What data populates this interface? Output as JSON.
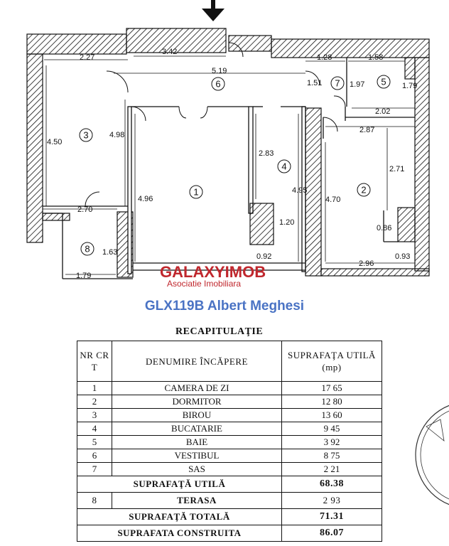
{
  "watermark": {
    "brand": "GALAXYIMOB",
    "subtitle": "Asociatie Imobiliara"
  },
  "listing_id": "GLX119B Albert Meghesi",
  "plan": {
    "rooms": [
      "1",
      "2",
      "3",
      "4",
      "5",
      "6",
      "7",
      "8"
    ],
    "dimensions": {
      "d227": "2.27",
      "d342": "3.42",
      "d519": "5.19",
      "d128": "1.28",
      "d158": "1.58",
      "d151": "1.51",
      "d197": "1.97",
      "d179a": "1.79",
      "d202": "2.02",
      "d287": "2.87",
      "d450": "4.50",
      "d498": "4.98",
      "d283": "2.83",
      "d271": "2.71",
      "d496": "4.96",
      "d495": "4.95",
      "d470": "4.70",
      "d270": "2.70",
      "d120": "1.20",
      "d086": "0.86",
      "d163": "1.63",
      "d092": "0.92",
      "d093": "0.93",
      "d179b": "1.79",
      "d296": "2.96"
    }
  },
  "table": {
    "title": "RECAPITULAŢIE",
    "headers": {
      "nr": "NR CR T",
      "name": "DENUMIRE ÎNCĂPERE",
      "area": "SUPRAFAŢA UTILĂ (mp)"
    },
    "rows": [
      {
        "nr": "1",
        "name": "CAMERA DE ZI",
        "area": "17 65"
      },
      {
        "nr": "2",
        "name": "DORMITOR",
        "area": "12 80"
      },
      {
        "nr": "3",
        "name": "BIROU",
        "area": "13 60"
      },
      {
        "nr": "4",
        "name": "BUCATARIE",
        "area": "9 45"
      },
      {
        "nr": "5",
        "name": "BAIE",
        "area": "3 92"
      },
      {
        "nr": "6",
        "name": "VESTIBUL",
        "area": "8 75"
      },
      {
        "nr": "7",
        "name": "SAS",
        "area": "2 21"
      }
    ],
    "util_total": {
      "label": "SUPRAFAŢĂ UTILĂ",
      "value": "68.38"
    },
    "terrace": {
      "nr": "8",
      "name": "TERASA",
      "area": "2 93"
    },
    "grand_total": {
      "label": "SUPRAFAŢĂ TOTALĂ",
      "value": "71.31"
    },
    "built": {
      "label": "SUPRAFATA CONSTRUITA",
      "value": "86.07"
    }
  }
}
